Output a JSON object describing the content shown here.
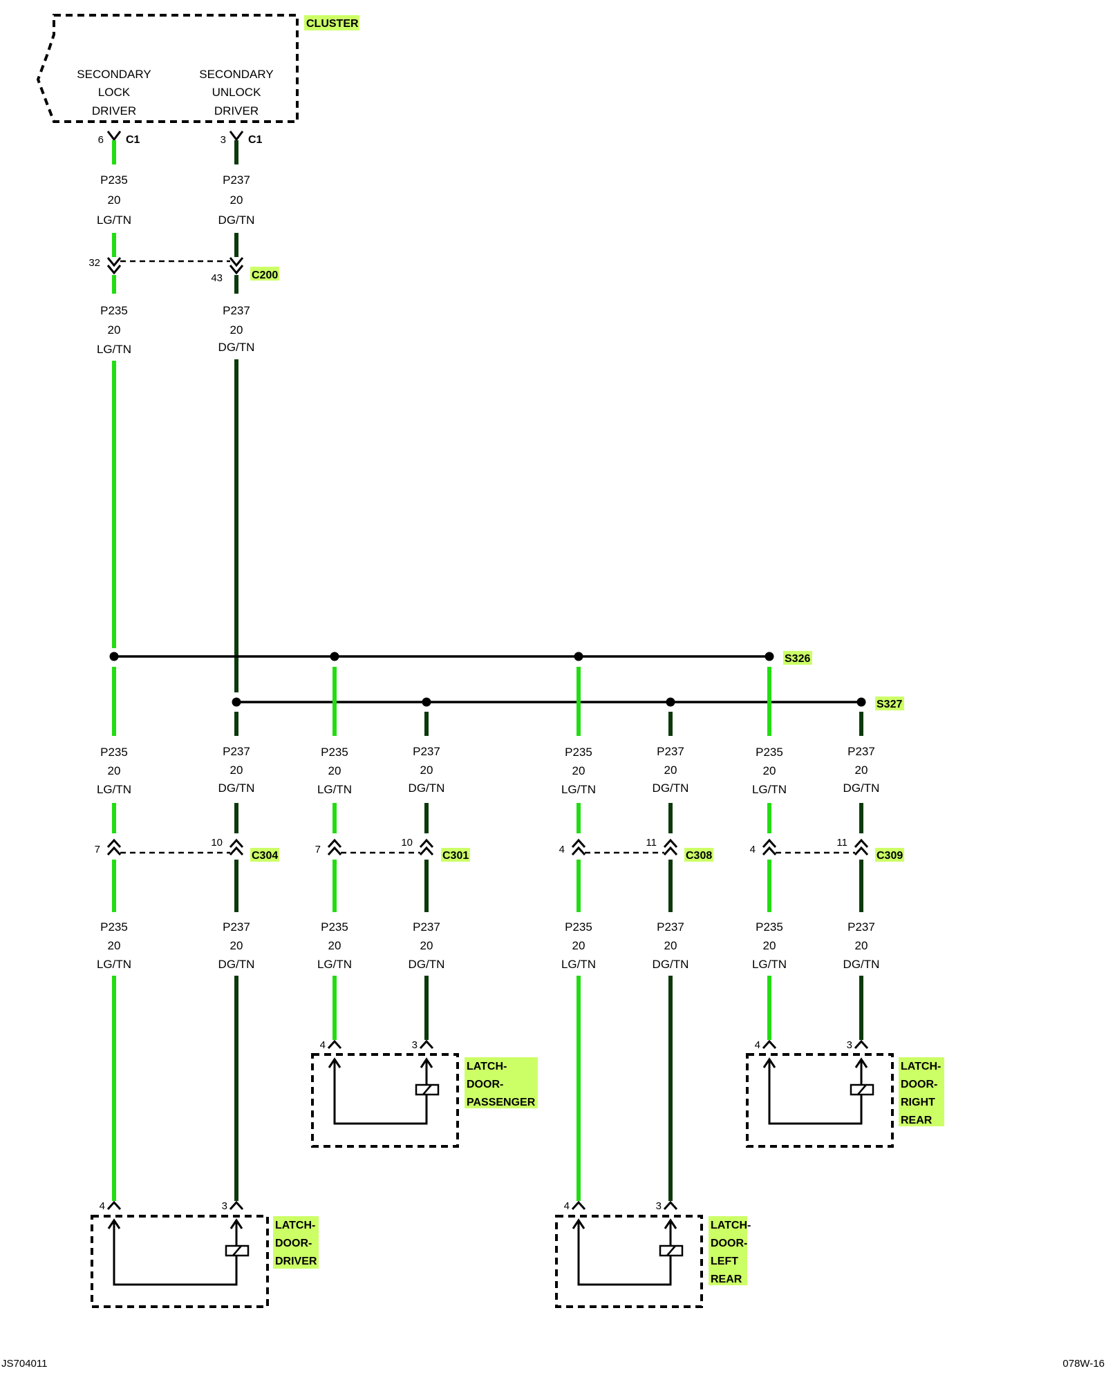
{
  "cluster": {
    "label": "CLUSTER",
    "lock_driver": [
      "SECONDARY",
      "LOCK",
      "DRIVER"
    ],
    "unlock_driver": [
      "SECONDARY",
      "UNLOCK",
      "DRIVER"
    ]
  },
  "cluster_connector": {
    "name": "C1",
    "lock_pin": "6",
    "unlock_pin": "3"
  },
  "wire_lg": {
    "circuit": "P235",
    "gauge": "20",
    "color": "LG/TN"
  },
  "wire_dg": {
    "circuit": "P237",
    "gauge": "20",
    "color": "DG/TN"
  },
  "c200": {
    "name": "C200",
    "lg_pin": "32",
    "dg_pin": "43"
  },
  "splices": {
    "lg": "S326",
    "dg": "S327"
  },
  "door_connectors": [
    {
      "name": "C304",
      "lg_pin": "7",
      "dg_pin": "10"
    },
    {
      "name": "C301",
      "lg_pin": "7",
      "dg_pin": "10"
    },
    {
      "name": "C308",
      "lg_pin": "4",
      "dg_pin": "11"
    },
    {
      "name": "C309",
      "lg_pin": "4",
      "dg_pin": "11"
    }
  ],
  "latches": [
    {
      "lines": [
        "LATCH-",
        "DOOR-",
        "DRIVER"
      ],
      "pin_lg": "4",
      "pin_dg": "3"
    },
    {
      "lines": [
        "LATCH-",
        "DOOR-",
        "PASSENGER"
      ],
      "pin_lg": "4",
      "pin_dg": "3"
    },
    {
      "lines": [
        "LATCH-",
        "DOOR-",
        "LEFT",
        "REAR"
      ],
      "pin_lg": "4",
      "pin_dg": "3"
    },
    {
      "lines": [
        "LATCH-",
        "DOOR-",
        "RIGHT",
        "REAR"
      ],
      "pin_lg": "4",
      "pin_dg": "3"
    }
  ],
  "footer": {
    "left": "JS704011",
    "right": "078W-16"
  },
  "colors": {
    "lg_wire": "#22dd11",
    "dg_wire": "#0c3a0c",
    "highlight": "#ccff66"
  }
}
